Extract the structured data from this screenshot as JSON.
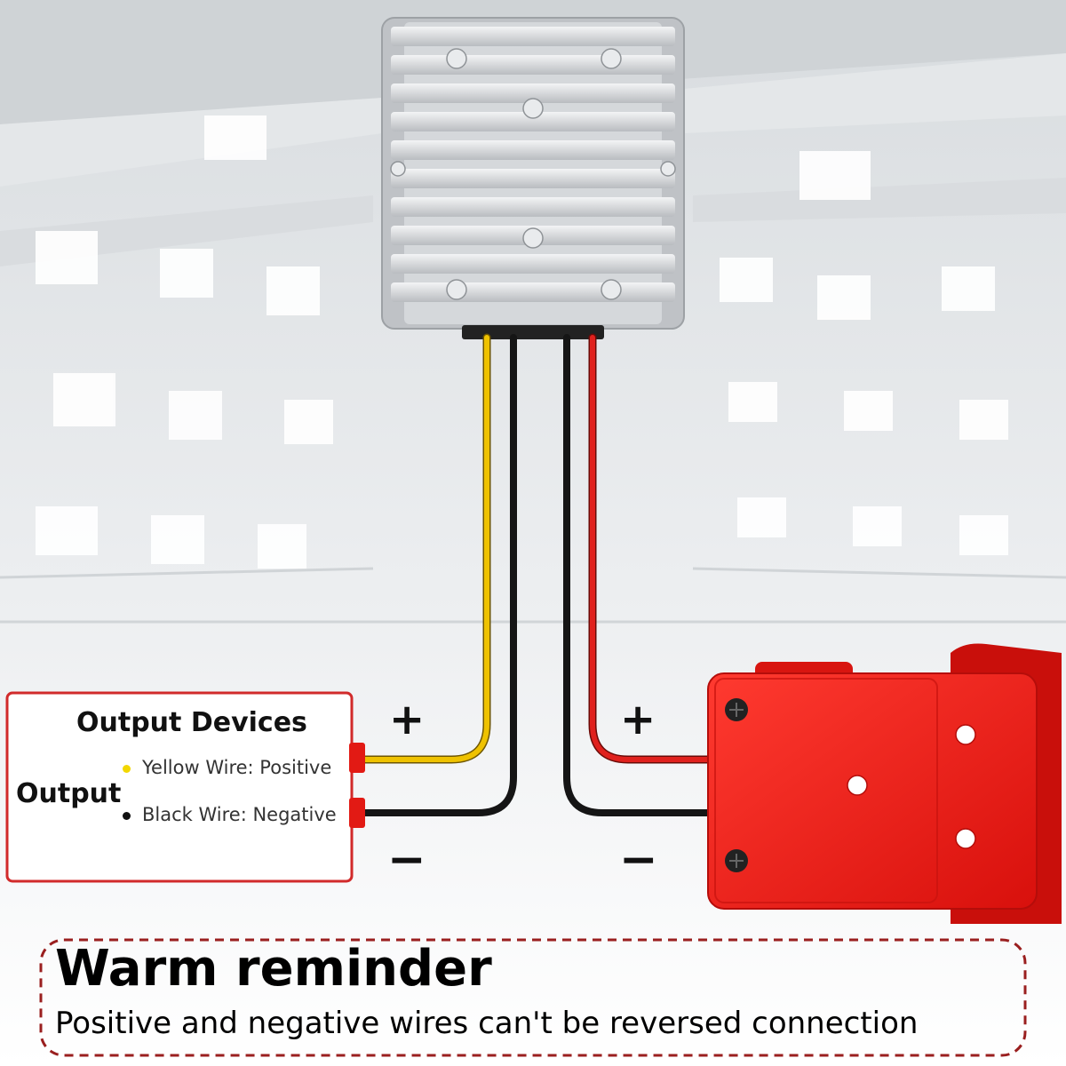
{
  "devices_box": {
    "title": "Output Devices",
    "output_label": "Output",
    "legend": [
      {
        "text": "Yellow Wire: Positive",
        "dot_color": "#f2d700"
      },
      {
        "text": "Black Wire: Negative",
        "dot_color": "#111111"
      }
    ]
  },
  "polarity": {
    "left_plus": "+",
    "left_minus": "−",
    "right_plus": "+",
    "right_minus": "−"
  },
  "reminder": {
    "title": "Warm reminder",
    "body": "Positive and negative wires can't be reversed connection"
  },
  "colors": {
    "yellow_wire": "#e9b700",
    "black_wire": "#1a1a1a",
    "red_wire": "#e0211d",
    "adapter_red": "#ee1b17",
    "box_border": "#d12a2a",
    "dashed_border": "#9a1f1f",
    "converter_silver": "#c9cccf"
  }
}
